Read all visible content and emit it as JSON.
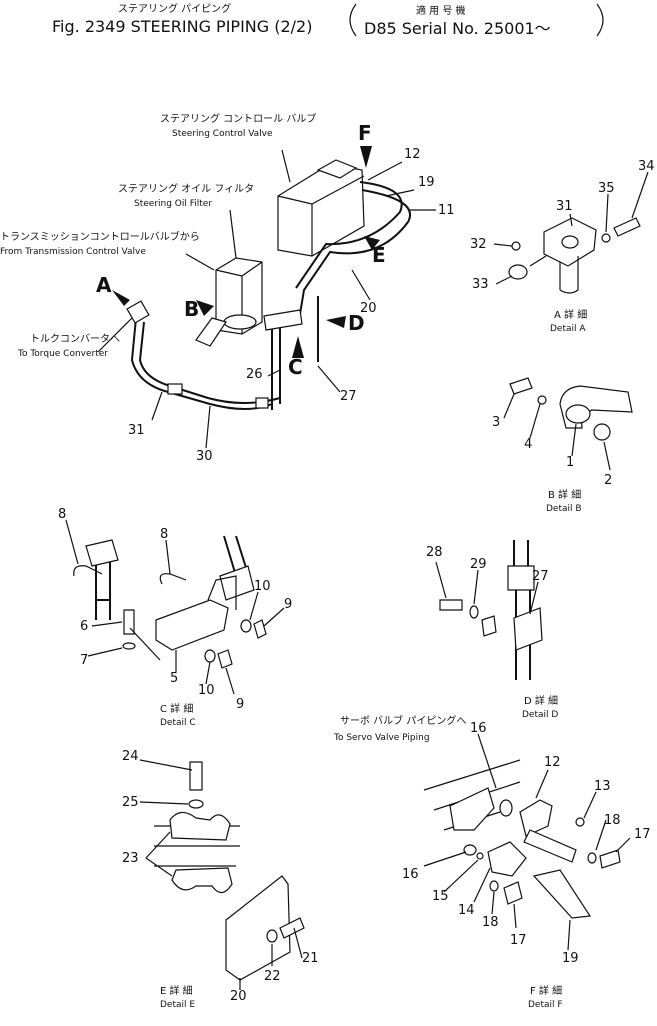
{
  "header": {
    "title_jp": "ステアリング パイピング",
    "title": "Fig. 2349 STEERING PIPING (2/2)",
    "applic_jp": "適 用 号 機",
    "serial": "D85 Serial No. 25001～"
  },
  "main_view": {
    "labels": {
      "scv_jp": "ステアリング コントロール バルブ",
      "scv": "Steering Control Valve",
      "sof_jp": "ステアリング オイル フィルタ",
      "sof": "Steering Oil Filter",
      "tcv_jp": "トランスミッションコントロールバルブから",
      "tcv": "From Transmission Control Valve",
      "tc_jp": "トルクコンバータへ",
      "tc": "To Torque Converter"
    },
    "detail_letters": [
      "A",
      "B",
      "C",
      "D",
      "E",
      "F"
    ],
    "callouts": [
      "12",
      "19",
      "11",
      "20",
      "26",
      "27",
      "31",
      "30"
    ]
  },
  "detail_a": {
    "title_jp": "A 詳 細",
    "title": "Detail A",
    "callouts": [
      "34",
      "35",
      "31",
      "32",
      "33"
    ]
  },
  "detail_b": {
    "title_jp": "B 詳 細",
    "title": "Detail B",
    "callouts": [
      "3",
      "4",
      "1",
      "2"
    ]
  },
  "detail_c": {
    "title_jp": "C 詳 細",
    "title": "Detail C",
    "callouts": [
      "8",
      "8",
      "6",
      "7",
      "5",
      "10",
      "9",
      "10",
      "9"
    ]
  },
  "detail_d": {
    "title_jp": "D 詳 細",
    "title": "Detail D",
    "callouts": [
      "28",
      "29",
      "27"
    ]
  },
  "detail_e": {
    "title_jp": "E 詳 細",
    "title": "Detail E",
    "callouts": [
      "24",
      "25",
      "23",
      "21",
      "22",
      "20"
    ]
  },
  "detail_f": {
    "title_jp": "F 詳 細",
    "title": "Detail F",
    "servo_jp": "サーボ バルブ パイピングへ",
    "servo": "To Servo Valve Piping",
    "callouts": [
      "16",
      "12",
      "13",
      "18",
      "17",
      "16",
      "15",
      "14",
      "18",
      "17",
      "19"
    ]
  }
}
